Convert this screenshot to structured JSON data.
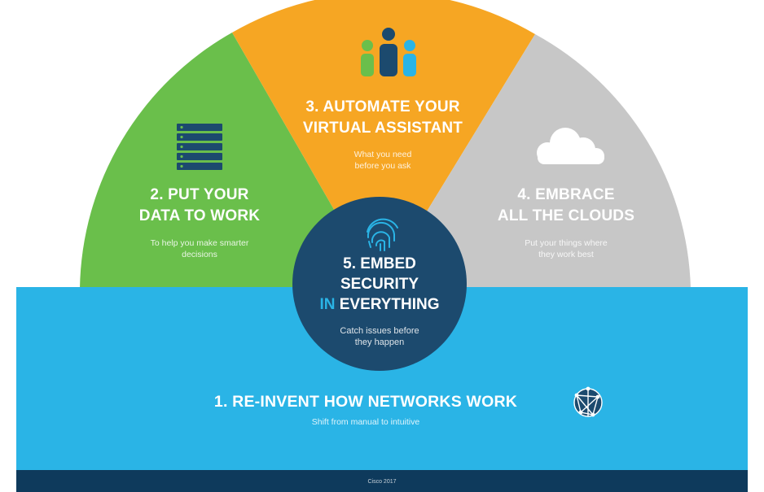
{
  "colors": {
    "white": "#ffffff",
    "green": "#6abf4b",
    "orange": "#f6a623",
    "gray": "#c7c7c7",
    "blue": "#2ab4e6",
    "navy": "#1c4a6e",
    "footer": "#0e3a5c"
  },
  "segments": {
    "data": {
      "title_line1": "2. PUT YOUR",
      "title_line2": "DATA TO WORK",
      "subtitle_line1": "To help you make smarter",
      "subtitle_line2": "decisions",
      "icon": "server-stack-icon"
    },
    "automate": {
      "title_line1": "3. AUTOMATE YOUR",
      "title_line2": "VIRTUAL ASSISTANT",
      "subtitle_line1": "What you need",
      "subtitle_line2": "before you ask",
      "icon": "people-group-icon"
    },
    "clouds": {
      "title_line1": "4. EMBRACE",
      "title_line2": "ALL THE CLOUDS",
      "subtitle_line1": "Put your things where",
      "subtitle_line2": "they work best",
      "icon": "cloud-icon"
    }
  },
  "center": {
    "title_line1": "5. EMBED",
    "title_line2": "SECURITY",
    "title_line3_accent": "IN",
    "title_line3_rest": "EVERYTHING",
    "subtitle_line1": "Catch issues before",
    "subtitle_line2": "they happen",
    "icon": "fingerprint-icon"
  },
  "base": {
    "title": "1. RE-INVENT HOW NETWORKS WORK",
    "subtitle": "Shift from manual to intuitive",
    "icon": "globe-network-icon"
  },
  "footer": {
    "text": "Cisco 2017"
  }
}
